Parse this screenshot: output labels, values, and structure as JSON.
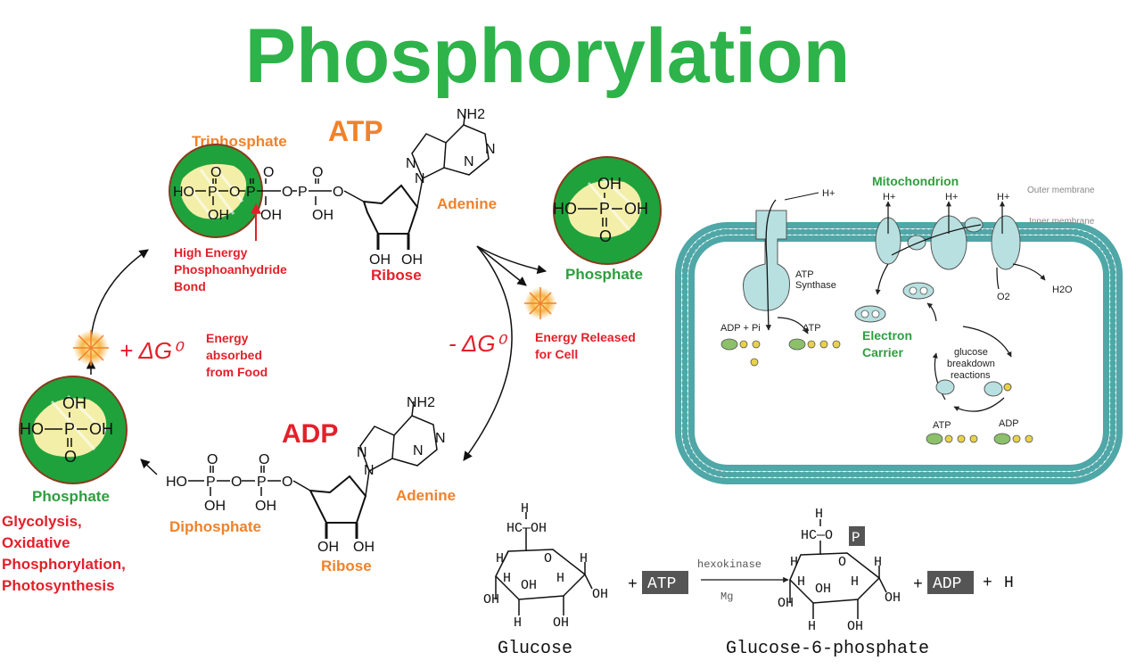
{
  "title": "Phosphorylation",
  "atp": {
    "label": "ATP",
    "triphosphate": "Triphosphate",
    "adenine": "Adenine",
    "ribose": "Ribose",
    "nh2": "NH2",
    "hi_energy_1": "High Energy",
    "hi_energy_2": "Phosphoanhydride",
    "hi_energy_3": "Bond"
  },
  "adp": {
    "label": "ADP",
    "diphosphate": "Diphosphate",
    "adenine": "Adenine",
    "ribose": "Ribose",
    "nh2": "NH2"
  },
  "phosphate_right": "Phosphate",
  "phosphate_left": "Phosphate",
  "energy": {
    "plus_dg": "+ ΔG⁰",
    "minus_dg": "- ΔG⁰",
    "absorbed_1": "Energy",
    "absorbed_2": "absorbed",
    "absorbed_3": "from Food",
    "released_1": "Energy Released",
    "released_2": "for Cell"
  },
  "processes": [
    "Glycolysis,",
    "Oxidative",
    "Phosphorylation,",
    "Photosynthesis"
  ],
  "mito": {
    "title": "Mitochondrion",
    "outer": "Outer membrane",
    "inner": "Inner membrane",
    "h_plus": "H+",
    "atp_synthase_1": "ATP",
    "atp_synthase_2": "Synthase",
    "adp_pi": "ADP + Pi",
    "atp": "ATP",
    "electron_1": "Electron",
    "electron_2": "Carrier",
    "glucose_1": "glucose",
    "glucose_2": "breakdown",
    "glucose_3": "reactions",
    "atp_bottom": "ATP",
    "adp_bottom": "ADP",
    "o2": "O2",
    "h2o": "H2O"
  },
  "glucose_rxn": {
    "glucose": "Glucose",
    "g6p": "Glucose-6-phosphate",
    "atp": "ATP",
    "adp": "ADP",
    "enzyme": "hexokinase",
    "mg": "Mg",
    "plus_h": "H"
  },
  "colors": {
    "title_green": "#2db34a",
    "orange": "#f0822a",
    "red": "#e3202a",
    "green_label": "#2e9e3e",
    "membrane": "#4fa7a7",
    "protein": "#b8e0e0"
  }
}
